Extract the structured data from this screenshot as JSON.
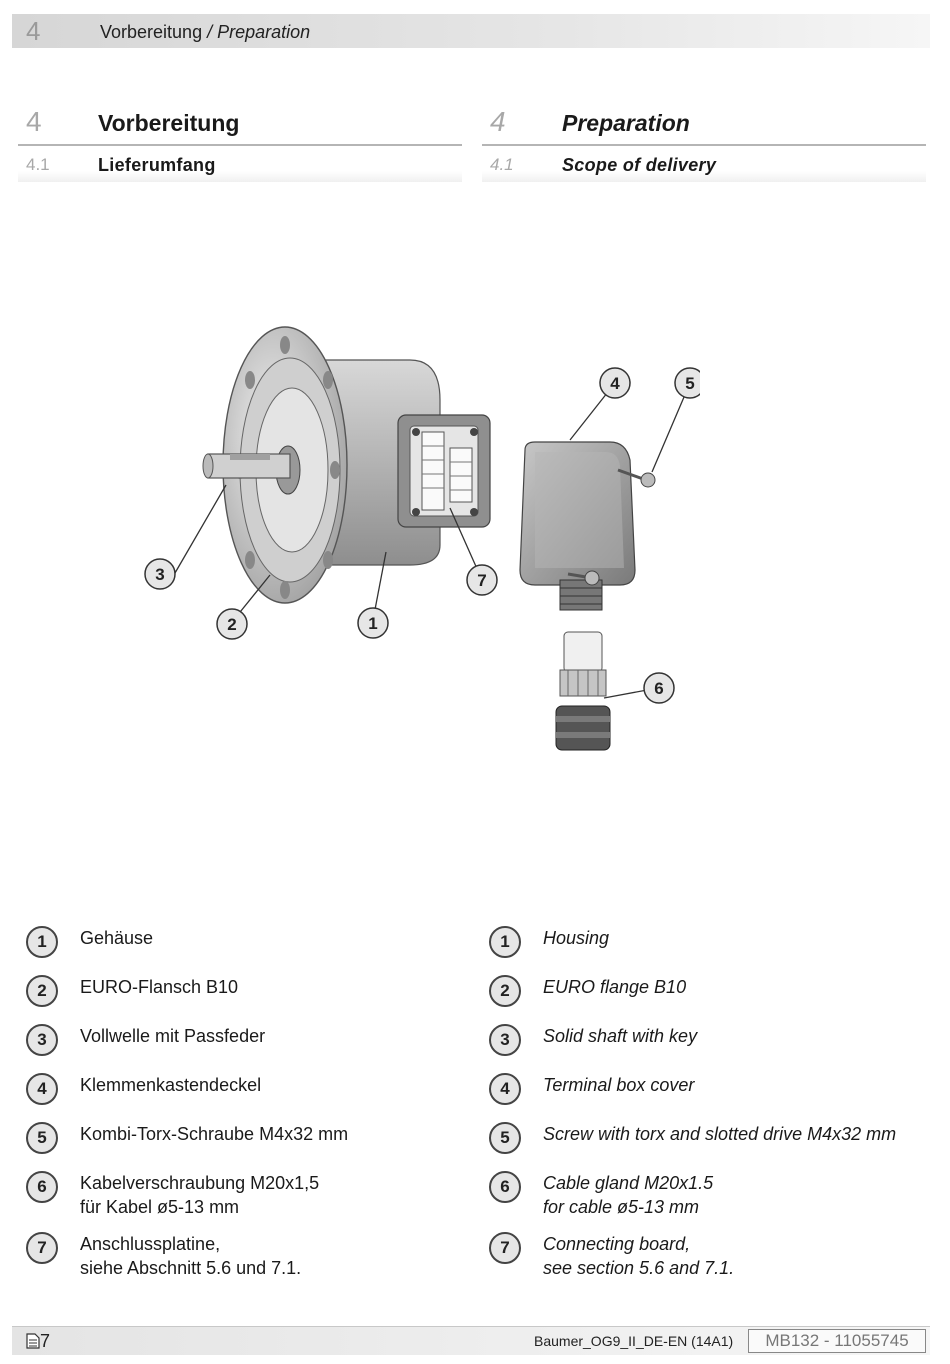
{
  "header": {
    "chapter_number": "4",
    "title_de": "Vorbereitung",
    "title_sep": " / ",
    "title_en": "Preparation"
  },
  "sections": {
    "de": {
      "chapter_number": "4",
      "chapter_title": "Vorbereitung",
      "section_number": "4.1",
      "section_title": "Lieferumfang"
    },
    "en": {
      "chapter_number": "4",
      "chapter_title": "Preparation",
      "section_number": "4.1",
      "section_title": "Scope of delivery"
    }
  },
  "figure": {
    "callouts": [
      "1",
      "2",
      "3",
      "4",
      "5",
      "6",
      "7"
    ]
  },
  "items": {
    "de": [
      {
        "num": "1",
        "text": "Gehäuse"
      },
      {
        "num": "2",
        "text": "EURO-Flansch B10"
      },
      {
        "num": "3",
        "text": "Vollwelle mit Passfeder"
      },
      {
        "num": "4",
        "text": "Klemmenkastendeckel"
      },
      {
        "num": "5",
        "text": "Kombi-Torx-Schraube M4x32 mm"
      },
      {
        "num": "6",
        "text": "Kabelverschraubung M20x1,5\nfür Kabel ø5-13 mm"
      },
      {
        "num": "7",
        "text": "Anschlussplatine,\nsiehe Abschnitt 5.6 und 7.1."
      }
    ],
    "en": [
      {
        "num": "1",
        "text": "Housing"
      },
      {
        "num": "2",
        "text": "EURO flange B10"
      },
      {
        "num": "3",
        "text": "Solid shaft with key"
      },
      {
        "num": "4",
        "text": "Terminal box cover"
      },
      {
        "num": "5",
        "text": "Screw with torx and slotted drive M4x32 mm"
      },
      {
        "num": "6",
        "text": "Cable gland M20x1.5\nfor cable ø5-13 mm"
      },
      {
        "num": "7",
        "text": "Connecting board,\nsee section 5.6 and 7.1."
      }
    ]
  },
  "footer": {
    "page": "7",
    "document": "Baumer_OG9_II_DE-EN (14A1)",
    "code": "MB132 - 11055745"
  },
  "colors": {
    "rule": "#b5b5b5",
    "number_grey": "#a8a8a8",
    "badge_fill": "#e6e6e6"
  }
}
